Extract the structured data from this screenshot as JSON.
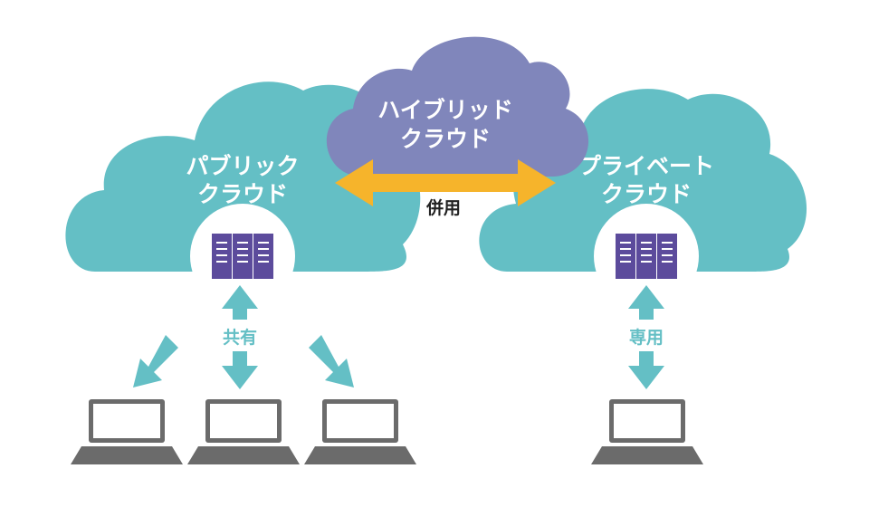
{
  "colors": {
    "public_cloud": "#64bfc5",
    "private_cloud": "#64bfc5",
    "hybrid_cloud": "#8086bb",
    "hybrid_arrow": "#f6b42b",
    "teal_arrow": "#64bfc5",
    "server_fill": "#5c4b9c",
    "laptop": "#6b6b6b",
    "laptop_screen": "#ffffff",
    "cloud_text": "#ffffff",
    "hybrid_link_text": "#222222",
    "teal_text": "#64bfc5"
  },
  "clouds": {
    "public": {
      "line1": "パブリック",
      "line2": "クラウド",
      "icon": "server-rack-icon"
    },
    "hybrid": {
      "line1": "ハイブリッド",
      "line2": "クラウド"
    },
    "private": {
      "line1": "プライベート",
      "line2": "クラウド",
      "icon": "server-rack-icon"
    }
  },
  "links": {
    "hybrid": "併用",
    "shared": "共有",
    "dedicated": "専用"
  },
  "devices": {
    "public_laptops": [
      {
        "icon": "laptop-icon"
      },
      {
        "icon": "laptop-icon"
      },
      {
        "icon": "laptop-icon"
      }
    ],
    "private_laptops": [
      {
        "icon": "laptop-icon"
      }
    ]
  }
}
